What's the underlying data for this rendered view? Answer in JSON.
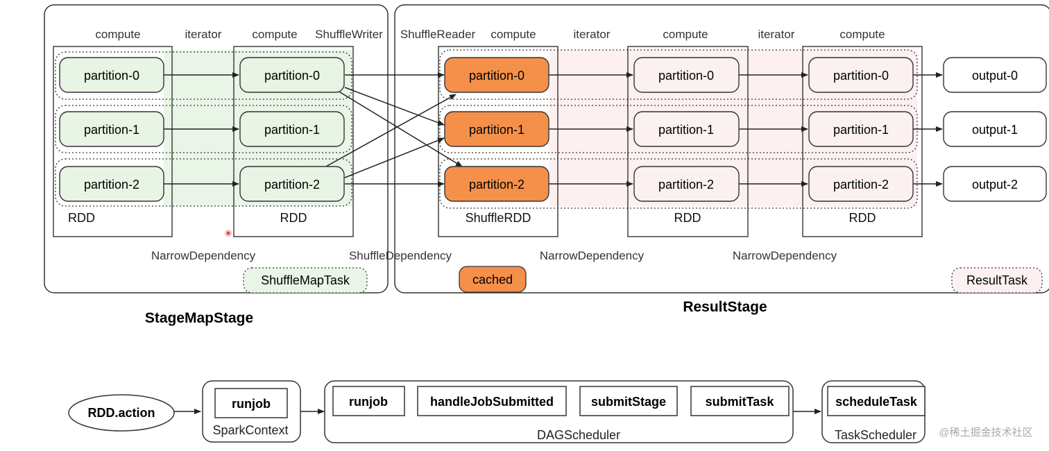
{
  "stage_map": {
    "label": "StageMapStage",
    "task_badge": "ShuffleMapTask",
    "col_labels": [
      "compute",
      "iterator",
      "compute",
      "ShuffleWriter"
    ],
    "rdd1": {
      "label": "RDD",
      "partitions": [
        "partition-0",
        "partition-1",
        "partition-2"
      ]
    },
    "rdd2": {
      "label": "RDD",
      "partitions": [
        "partition-0",
        "partition-1",
        "partition-2"
      ]
    },
    "dependency": "NarrowDependency"
  },
  "result_stage": {
    "label": "ResultStage",
    "task_badge": "ResultTask",
    "col_labels": [
      "ShuffleReader",
      "compute",
      "iterator",
      "compute",
      "iterator",
      "compute"
    ],
    "shuffle_rdd": {
      "label": "ShuffleRDD",
      "partitions": [
        "partition-0",
        "partition-1",
        "partition-2"
      ]
    },
    "rdd3": {
      "label": "RDD",
      "partitions": [
        "partition-0",
        "partition-1",
        "partition-2"
      ]
    },
    "rdd4": {
      "label": "RDD",
      "partitions": [
        "partition-0",
        "partition-1",
        "partition-2"
      ]
    },
    "outputs": [
      "output-0",
      "output-1",
      "output-2"
    ],
    "dependencies": [
      "NarrowDependency",
      "NarrowDependency"
    ],
    "cached_badge": "cached"
  },
  "shuffle_dependency": "ShuffleDependency",
  "flow": {
    "action": "RDD.action",
    "spark_context": {
      "label": "SparkContext",
      "method": "runjob"
    },
    "dag_scheduler": {
      "label": "DAGScheduler",
      "methods": [
        "runjob",
        "handleJobSubmitted",
        "submitStage",
        "submitTask"
      ]
    },
    "task_scheduler": {
      "label": "TaskScheduler",
      "method": "scheduleTask"
    }
  },
  "watermark": "@稀土掘金技术社区",
  "colors": {
    "green_fill": "#e9f5e6",
    "green_node": "#e8f4e4",
    "pink_fill": "#fdf0f0",
    "pink_node": "#fcf1f1",
    "orange": "#f5904a",
    "line": "#222222"
  }
}
